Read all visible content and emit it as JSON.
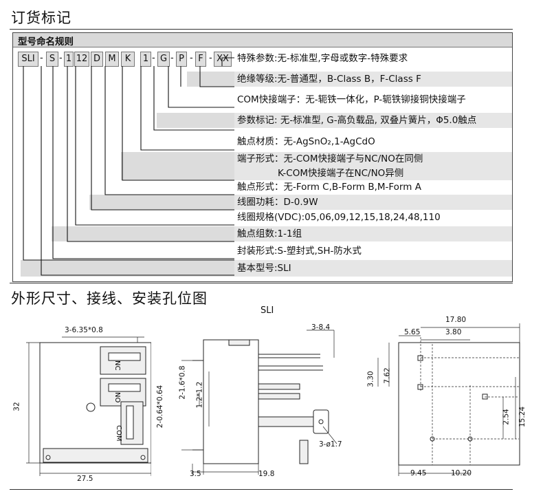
{
  "header": {
    "order_title": "订货标记",
    "naming_rule_label": "型号命名规则",
    "outline_title": "外形尺寸、接线、安装孔位图",
    "model_caption": "SLI"
  },
  "code_segments": [
    "SLI",
    "-",
    "S",
    "-",
    "1",
    "12",
    "D",
    "M",
    "K",
    "1",
    "-",
    "G",
    "-",
    "P",
    "-",
    "F",
    "-",
    "XX"
  ],
  "descriptions": [
    "特殊参数:无-标准型,字母或数字-特殊要求",
    "绝缘等级:无-普通型，B-Class B，F-Class F",
    "COM快接端子：无-轭铁一体化，P-轭铁铆接铜快接端子",
    "参数标记: 无-标准型, G-高负载品, 双叠片簧片，Φ5.0触点",
    "触点材质：无-AgSnO₂,1-AgCdO",
    "端子形式：无-COM快接端子与NC/NO在同侧",
    "K-COM快接端子在NC/NO异侧",
    "触点形式：无-Form C,B-Form B,M-Form A",
    "线圈功耗：D-0.9W",
    "线圈规格(VDC):05,06,09,12,15,18,24,48,110",
    "触点组数:1-1组",
    "封装形式:S-塑封式,SH-防水式",
    "基本型号:SLI"
  ],
  "drawing": {
    "left": {
      "dim_top": "3-6.35*0.8",
      "dim_height": "32",
      "dim_width": "27.5",
      "terminal_nc": "NC",
      "terminal_no": "NO",
      "terminal_com": "COM"
    },
    "middle": {
      "dim_top": "3-8.4",
      "dim_a": "2-0.64*0.64",
      "dim_b": "2-1.6*0.8",
      "dim_c": "1.2*1.2",
      "dim_hole": "3-ø1.7",
      "dim_bottom_left": "3.5",
      "dim_bottom_width": "19.8"
    },
    "right": {
      "dim_17_80": "17.80",
      "dim_5_65": "5.65",
      "dim_3_80": "3.80",
      "dim_7_62": "7.62",
      "dim_3_30": "3.30",
      "dim_2_54": "2.54",
      "dim_15_24": "15.24",
      "dim_9_45": "9.45",
      "dim_10_20": "10.20"
    }
  }
}
